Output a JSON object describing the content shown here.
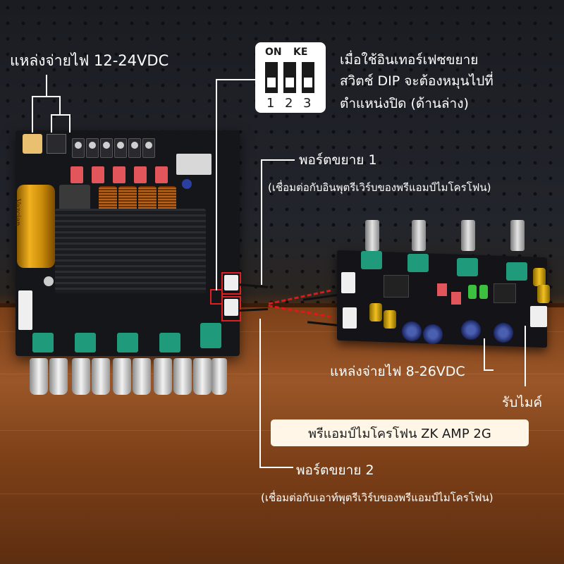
{
  "labels": {
    "main_power": "แหล่งจ่ายไฟ 12-24VDC",
    "dip_note_line1": "เมื่อใช้อินเทอร์เฟซขยาย",
    "dip_note_line2": "สวิตช์ DIP จะต้องหมุนไปที่",
    "dip_note_line3": "ตำแหน่งปิด (ด้านล่าง)",
    "port1_title": "พอร์ตขยาย 1",
    "port1_desc": "(เชื่อมต่อกับอินพุตรีเวิร์บของพรีแอมป์ไมโครโฟน)",
    "preamp_power": "แหล่งจ่ายไฟ 8-26VDC",
    "mic_input": "รับไมค์",
    "product_name": "พรีแอมป์ไมโครโฟน ZK AMP 2G",
    "port2_title": "พอร์ตขยาย 2",
    "port2_desc": "(เชื่อมต่อกับเอาท์พุตรีเวิร์บของพรีแอมป์ไมโครโฟน)"
  },
  "dip_switch": {
    "on_label": "ON",
    "ke_label": "KE",
    "numbers": [
      "1",
      "2",
      "3"
    ]
  },
  "capacitor_text": "Vazcian",
  "colors": {
    "annotation_line": "#ffffff",
    "highlight": "#e02020",
    "label_box": "#fff6e8"
  }
}
